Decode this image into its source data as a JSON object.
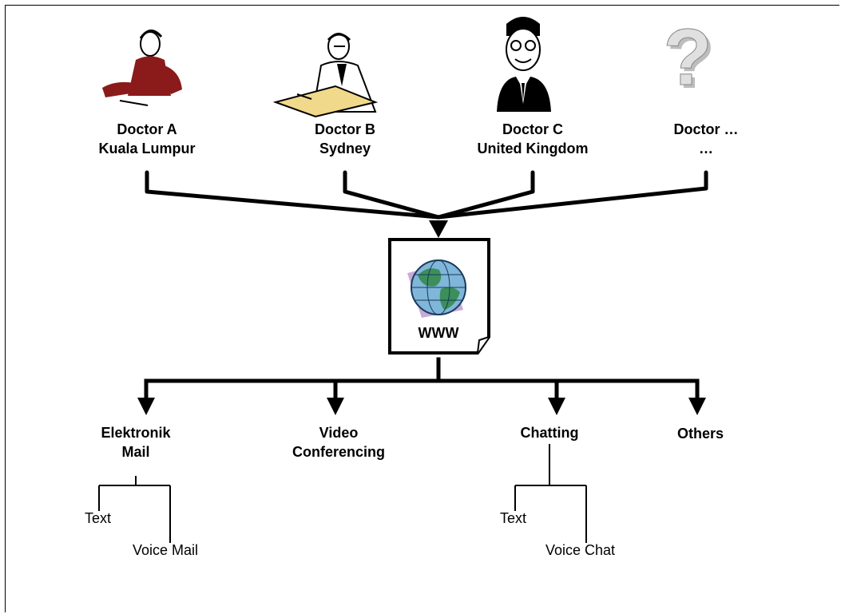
{
  "doctors": [
    {
      "name": "Doctor A",
      "place": "Kuala Lumpur"
    },
    {
      "name": "Doctor B",
      "place": "Sydney"
    },
    {
      "name": "Doctor C",
      "place": "United Kingdom"
    },
    {
      "name": "Doctor …",
      "place": "…"
    }
  ],
  "hub": {
    "label": "WWW",
    "icon": "globe-icon"
  },
  "services": [
    {
      "line1": "Elektronik",
      "line2": "Mail"
    },
    {
      "line1": "Video",
      "line2": "Conferencing"
    },
    {
      "line1": "Chatting",
      "line2": ""
    },
    {
      "line1": "Others",
      "line2": ""
    }
  ],
  "email_options": [
    "Text",
    "Voice Mail"
  ],
  "chat_options": [
    "Text",
    "Voice Chat"
  ],
  "colors": {
    "line": "#000000",
    "doctor_a": "#8b1a1a",
    "globe_land": "#3c8f5a",
    "globe_sea": "#7fb6d9",
    "page_shadow": "#c9a9d8"
  }
}
